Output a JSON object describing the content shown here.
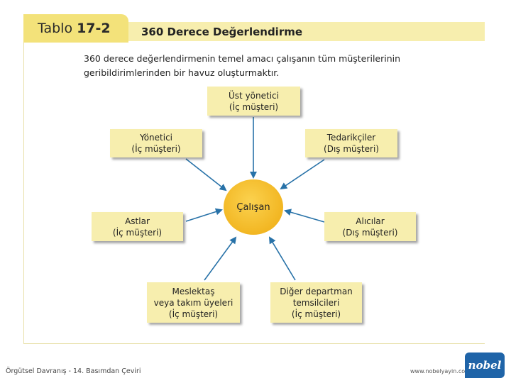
{
  "header": {
    "tab_prefix": "Tablo",
    "tab_number": "17-2",
    "title": "360 Derece Değerlendirme"
  },
  "intro": [
    "360 derece değerlendirmenin temel amacı çalışanın tüm müşterilerinin",
    "geribildirimlerinden bir havuz oluşturmaktır."
  ],
  "center": {
    "label": "Çalışan",
    "color": "#f2b622"
  },
  "nodes": {
    "ust_yonetici": [
      "Üst yönetici",
      "(İç müşteri)"
    ],
    "yonetici": [
      "Yönetici",
      "(İç müşteri)"
    ],
    "tedarikciler": [
      "Tedarikçiler",
      "(Dış müşteri)"
    ],
    "astlar": [
      "Astlar",
      "(İç müşteri)"
    ],
    "alicilar": [
      "Alıcılar",
      "(Dış müşteri)"
    ],
    "meslektas": [
      "Meslektaş",
      "veya takım üyeleri",
      "(İç müşteri)"
    ],
    "diger_departman": [
      "Diğer departman",
      "temsilcileri",
      "(İç müşteri)"
    ]
  },
  "colors": {
    "box_fill": "#f7eeae",
    "tab_fill": "#f3e27a",
    "arrow": "#2872a8",
    "logo": "#1f64a8"
  },
  "footer": {
    "book": "Örgütsel Davranış - 14. Basımdan Çeviri",
    "url": "www.nobelyayin.com",
    "logo_text": "nobel"
  }
}
